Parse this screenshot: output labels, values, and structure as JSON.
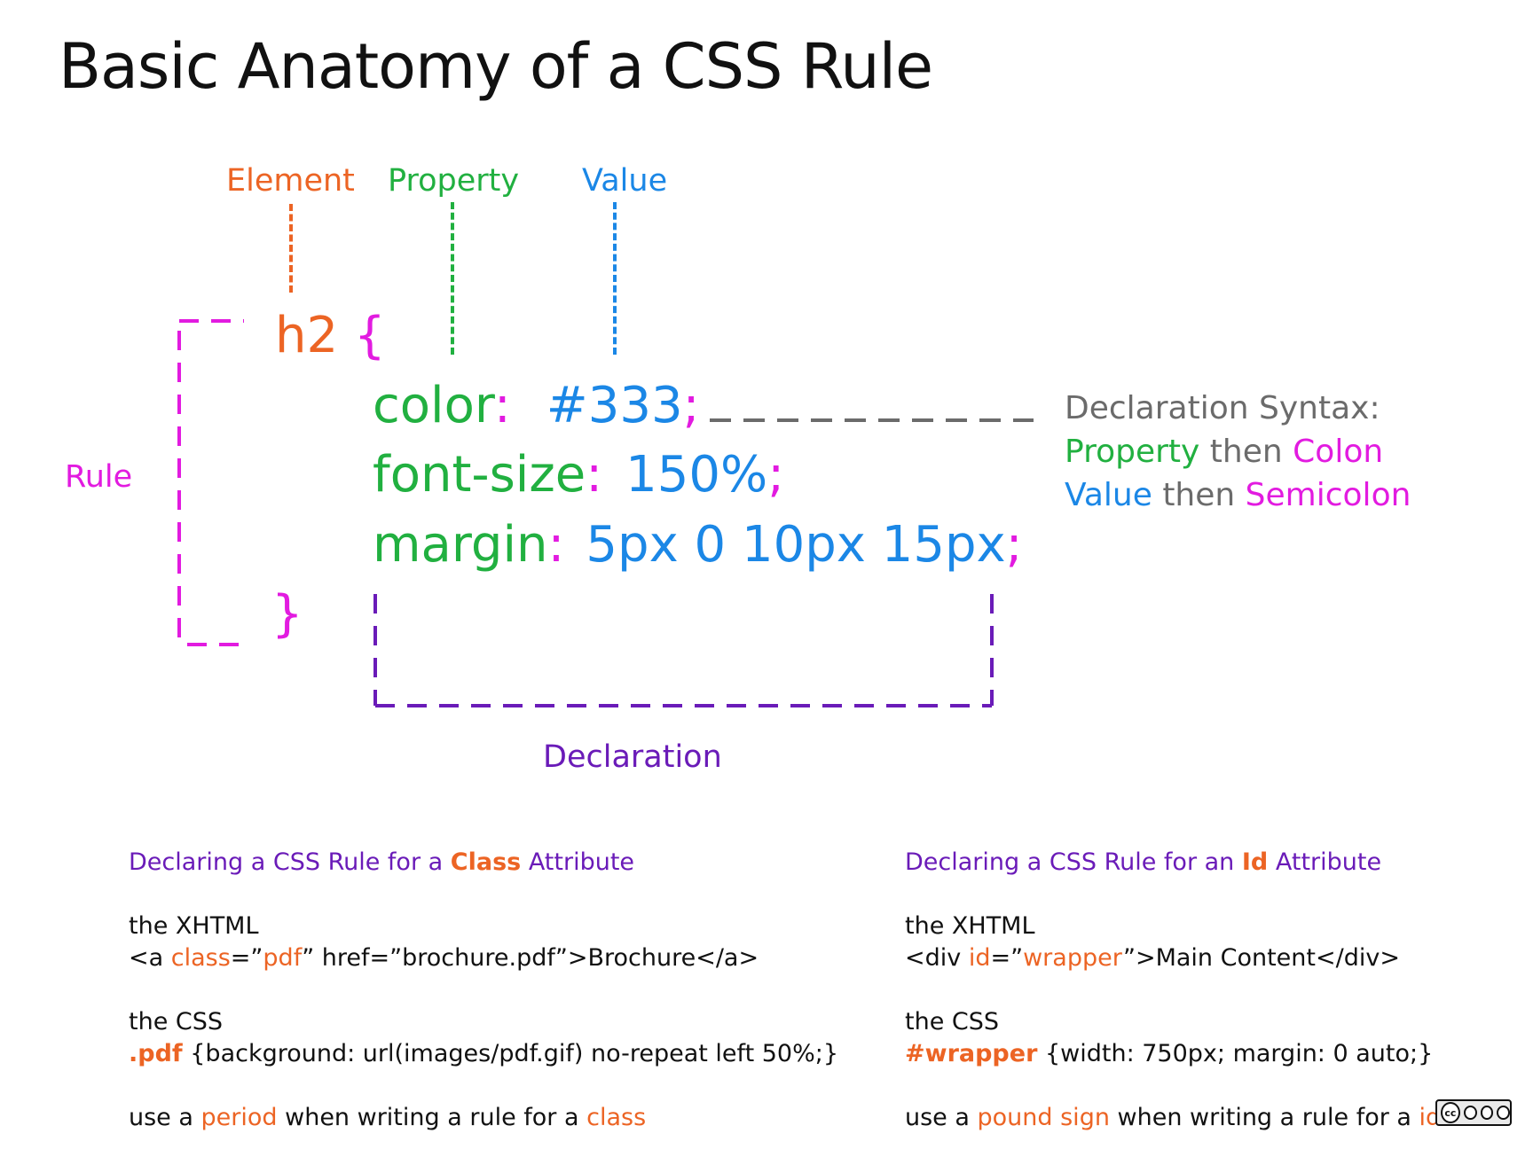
{
  "title": "Basic Anatomy of a CSS Rule",
  "labels": {
    "element": "Element",
    "property": "Property",
    "value": "Value",
    "rule": "Rule",
    "declaration": "Declaration"
  },
  "code": {
    "selector": "h2",
    "open_brace": "{",
    "close_brace": "}",
    "declarations": [
      {
        "property": "color",
        "colon": ":",
        "value": "#333",
        "semicolon": ";"
      },
      {
        "property": "font-size",
        "colon": ":",
        "value": "150%",
        "semicolon": ";"
      },
      {
        "property": "margin",
        "colon": ":",
        "value": "5px 0 10px 15px",
        "semicolon": ";"
      }
    ]
  },
  "syntax_note": {
    "line1": "Declaration Syntax:",
    "property": "Property",
    "then1": "then",
    "colon": "Colon",
    "value": "Value",
    "then2": "then",
    "semicolon": "Semicolon"
  },
  "class_section": {
    "heading_pre": "Declaring a CSS Rule for a",
    "heading_key": "Class",
    "heading_post": "Attribute",
    "xhtml_label": "the XHTML",
    "xhtml_a": "<a ",
    "xhtml_attr": "class",
    "xhtml_eq": "=”",
    "xhtml_val": "pdf",
    "xhtml_rest": "” href=”brochure.pdf”>Brochure</a>",
    "css_label": "the CSS",
    "css_selector": ".pdf",
    "css_rest": " {background: url(images/pdf.gif) no-repeat left 50%;}",
    "tip_pre": "use a",
    "tip_key": "period",
    "tip_mid": "when writing a rule for a",
    "tip_end": "class"
  },
  "id_section": {
    "heading_pre": "Declaring a CSS Rule for an",
    "heading_key": "Id",
    "heading_post": "Attribute",
    "xhtml_label": "the XHTML",
    "xhtml_a": "<div ",
    "xhtml_attr": "id",
    "xhtml_eq": "=”",
    "xhtml_val": "wrapper",
    "xhtml_rest": "”>Main Content</div>",
    "css_label": "the CSS",
    "css_selector": "#wrapper",
    "css_rest": " {width: 750px; margin: 0 auto;}",
    "tip_pre": "use a",
    "tip_key": "pound sign",
    "tip_mid": "when writing a rule for a",
    "tip_end": "id"
  },
  "license_badge": {
    "cc": "cc",
    "terms": "BY NC SA"
  },
  "colors": {
    "element": "#ec6424",
    "property": "#21b040",
    "value": "#1b87e6",
    "punctuation": "#e21be0",
    "declaration": "#6a1bb8",
    "note": "#6b6b6b"
  }
}
